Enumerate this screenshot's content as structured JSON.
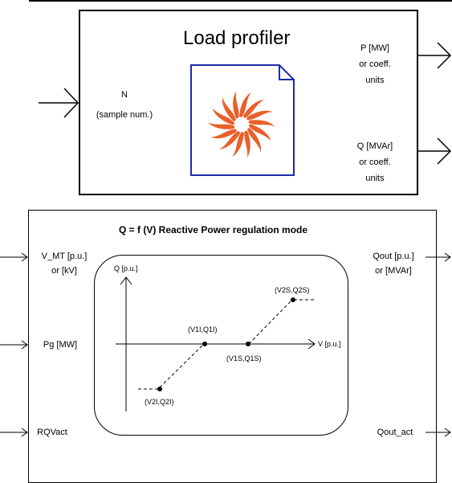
{
  "load_profiler": {
    "title": "Load profiler",
    "input_label": "N",
    "input_sublabel": "(sample num.)",
    "output_p_label": "P [MW]",
    "output_p_line2": "or coeff.",
    "output_p_line3": "units",
    "output_q_label": "Q [MVAr]",
    "output_q_line2": "or coeff.",
    "output_q_line3": "units",
    "icon": "document-icon",
    "logo_color": "#e8602a",
    "doc_border_color": "#1c2aa8"
  },
  "q_of_v": {
    "title": "Q = f (V) Reactive Power regulation mode",
    "inputs": {
      "vmt_line1": "V_MT [p.u.]",
      "vmt_line2": "or [kV]",
      "pg": "Pg [MW]",
      "rqvact": "RQVact"
    },
    "outputs": {
      "qout_line1": "Qout [p.u.]",
      "qout_line2": "or [MVAr]",
      "qout_act": "Qout_act"
    },
    "graph": {
      "y_axis_label": "Q [p.u.]",
      "x_axis_label": "V [p.u.]",
      "points": {
        "v2s_q2s": "(V2S,Q2S)",
        "v1i_q1i": "(V1I,Q1I)",
        "v1s_q1s": "(V1S,Q1S)",
        "v2i_q2i": "(V2I,Q2I)"
      }
    }
  }
}
